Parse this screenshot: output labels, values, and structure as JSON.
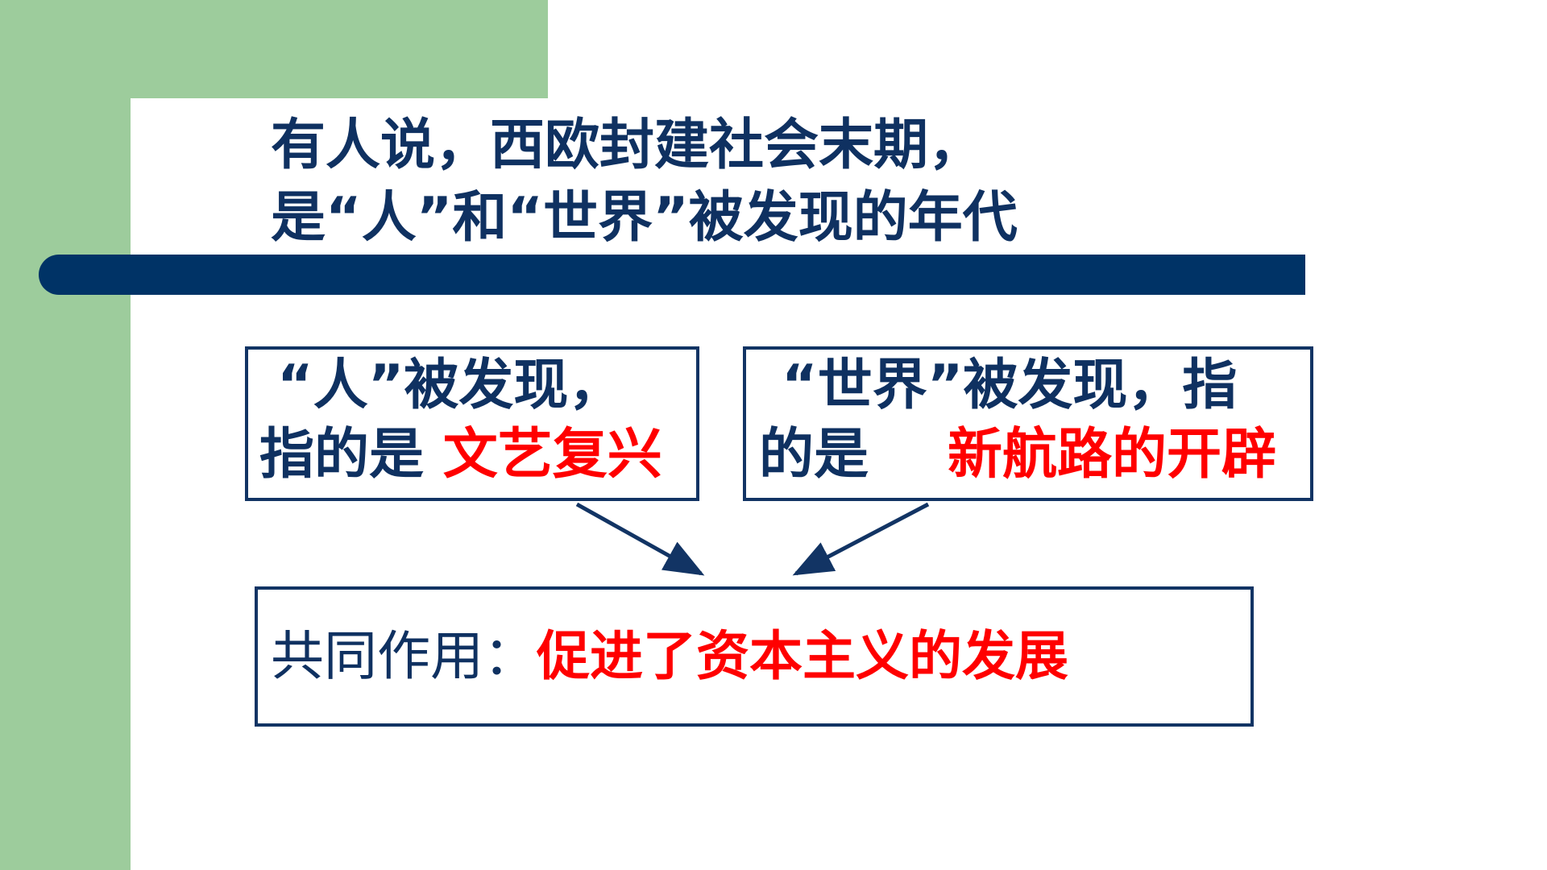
{
  "title": {
    "line1": "有人说，西欧封建社会末期，",
    "line2": "是“人”和“世界”被发现的年代"
  },
  "left_box": {
    "line1": "“人”被发现，",
    "line2_prefix": "指的是 ",
    "line2_answer": "文艺复兴"
  },
  "right_box": {
    "line1": "“世界”被发现，指",
    "line2_prefix": "的是",
    "line2_answer": "新航路的开辟"
  },
  "bottom_box": {
    "label": "共同作用：",
    "answer": "促进了资本主义的发展"
  },
  "colors": {
    "navy": "#0f3161",
    "red": "#ff0000",
    "green": "#9dcc9c"
  }
}
